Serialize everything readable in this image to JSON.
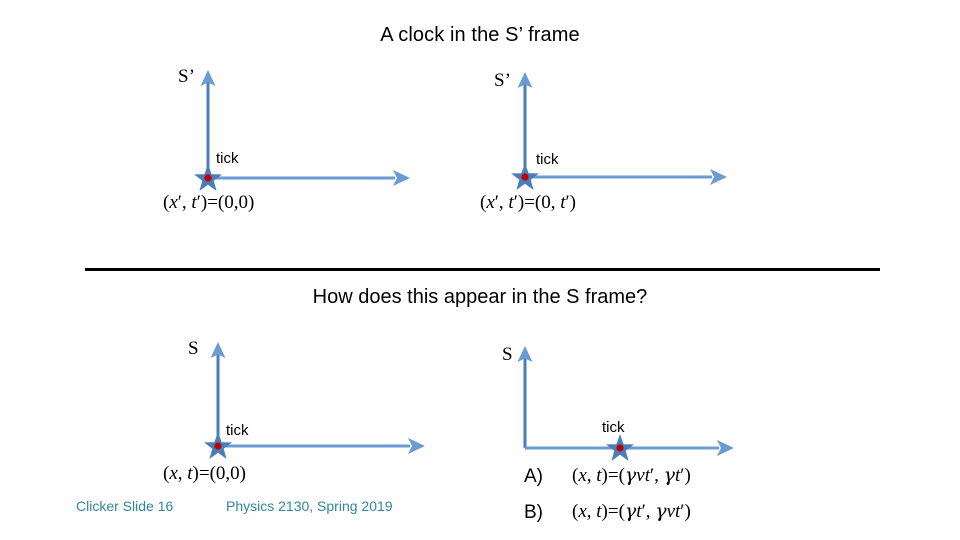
{
  "slide": {
    "title": "A clock in the S’ frame",
    "question": "How does this appear in the S frame?",
    "divider_color": "#000000",
    "axis_color": "#4A7EBB",
    "star_fill_color": "#4A7EBB",
    "star_center_color": "#C00000",
    "footer_color": "#31859C"
  },
  "diagrams": [
    {
      "id": "top-left",
      "frame_label": "S’",
      "tick_label": "tick",
      "formula_prefix": "(x’, t’)",
      "formula_equals": "=",
      "formula_value": "(0,0)",
      "star_position": "origin"
    },
    {
      "id": "top-right",
      "frame_label": "S’",
      "tick_label": "tick",
      "formula_prefix": "(x’, t’)",
      "formula_equals": "=",
      "formula_value": "(0, t’)",
      "star_position": "origin"
    },
    {
      "id": "bottom-left",
      "frame_label": "S",
      "tick_label": "tick",
      "formula_prefix": "(x, t)",
      "formula_equals": "=",
      "formula_value": "(0,0)",
      "star_position": "origin"
    },
    {
      "id": "bottom-right",
      "frame_label": "S",
      "tick_label": "tick",
      "formula_prefix": "",
      "formula_equals": "",
      "formula_value": "",
      "star_position": "shifted-right"
    }
  ],
  "answers": [
    {
      "letter": "A)",
      "lhs": "(x, t)",
      "equals": "=",
      "rhs": "(γvt’, γt’)"
    },
    {
      "letter": "B)",
      "lhs": "(x, t)",
      "equals": "=",
      "rhs": "(γt’, γvt’)"
    }
  ],
  "footer": {
    "slide_number_label": "Clicker Slide 16",
    "course_label": "Physics 2130, Spring 2019"
  }
}
